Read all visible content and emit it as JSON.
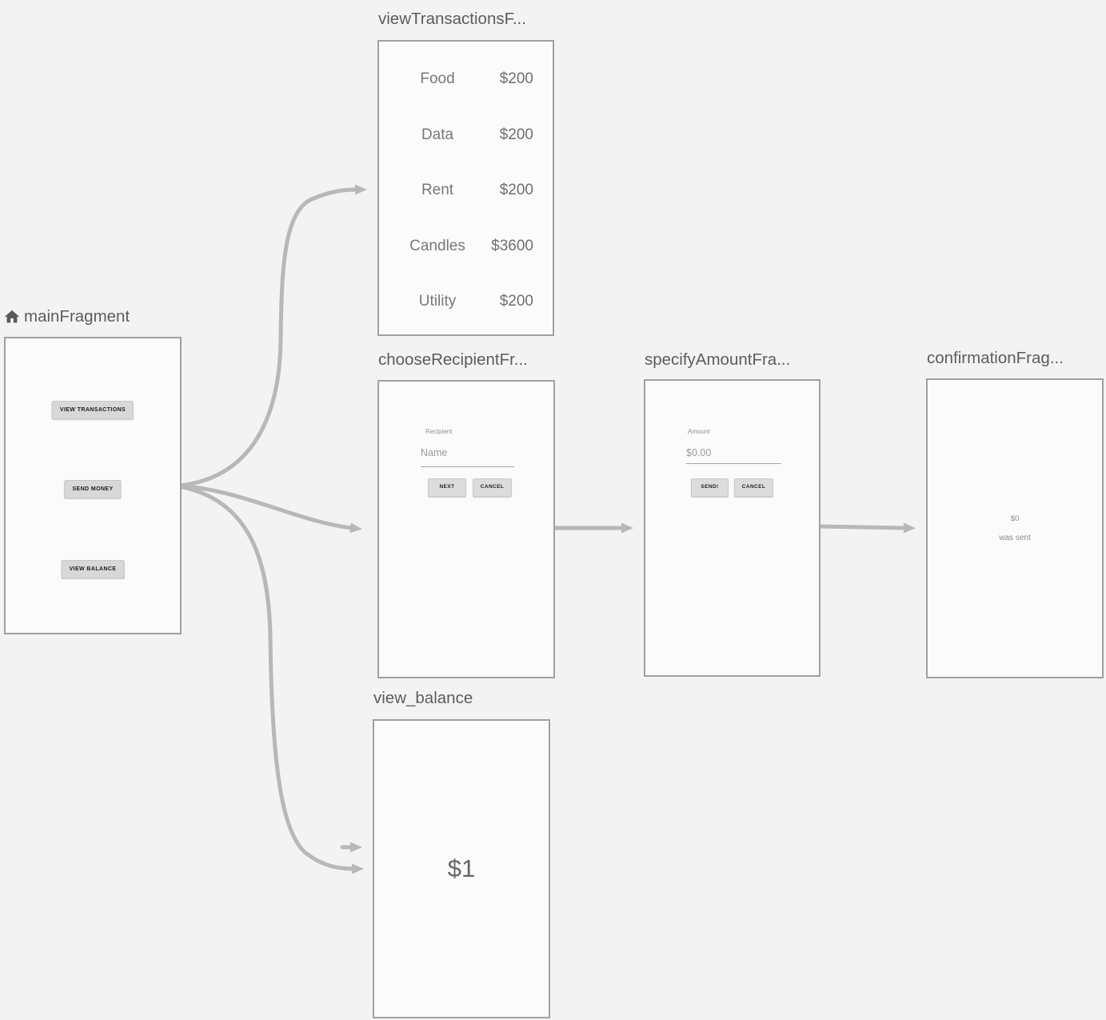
{
  "colors": {
    "canvas_bg": "#f3f3f3",
    "frame_bg": "#fbfbfb",
    "frame_border": "#a0a0a0",
    "arrow": "#b8b8b8",
    "title_text": "#5c5c5c"
  },
  "icons": {
    "main_start_destination": "home-icon"
  },
  "fragments": {
    "main": {
      "title": "mainFragment",
      "buttons": [
        "VIEW TRANSACTIONS",
        "SEND MONEY",
        "VIEW BALANCE"
      ]
    },
    "view_transactions": {
      "title": "viewTransactionsF...",
      "rows": [
        {
          "label": "Food",
          "amount": "$200"
        },
        {
          "label": "Data",
          "amount": "$200"
        },
        {
          "label": "Rent",
          "amount": "$200"
        },
        {
          "label": "Candles",
          "amount": "$3600"
        },
        {
          "label": "Utility",
          "amount": "$200"
        }
      ]
    },
    "choose_recipient": {
      "title": "chooseRecipientFr...",
      "field_label": "Recipient",
      "field_placeholder": "Name",
      "buttons": [
        "NEXT",
        "CANCEL"
      ]
    },
    "specify_amount": {
      "title": "specifyAmountFra...",
      "field_label": "Amount",
      "field_placeholder": "$0.00",
      "buttons": [
        "SEND!",
        "CANCEL"
      ]
    },
    "confirmation": {
      "title": "confirmationFrag...",
      "amount_text": "$0",
      "sent_text": "was sent"
    },
    "view_balance": {
      "title": "view_balance",
      "balance": "$1"
    }
  }
}
